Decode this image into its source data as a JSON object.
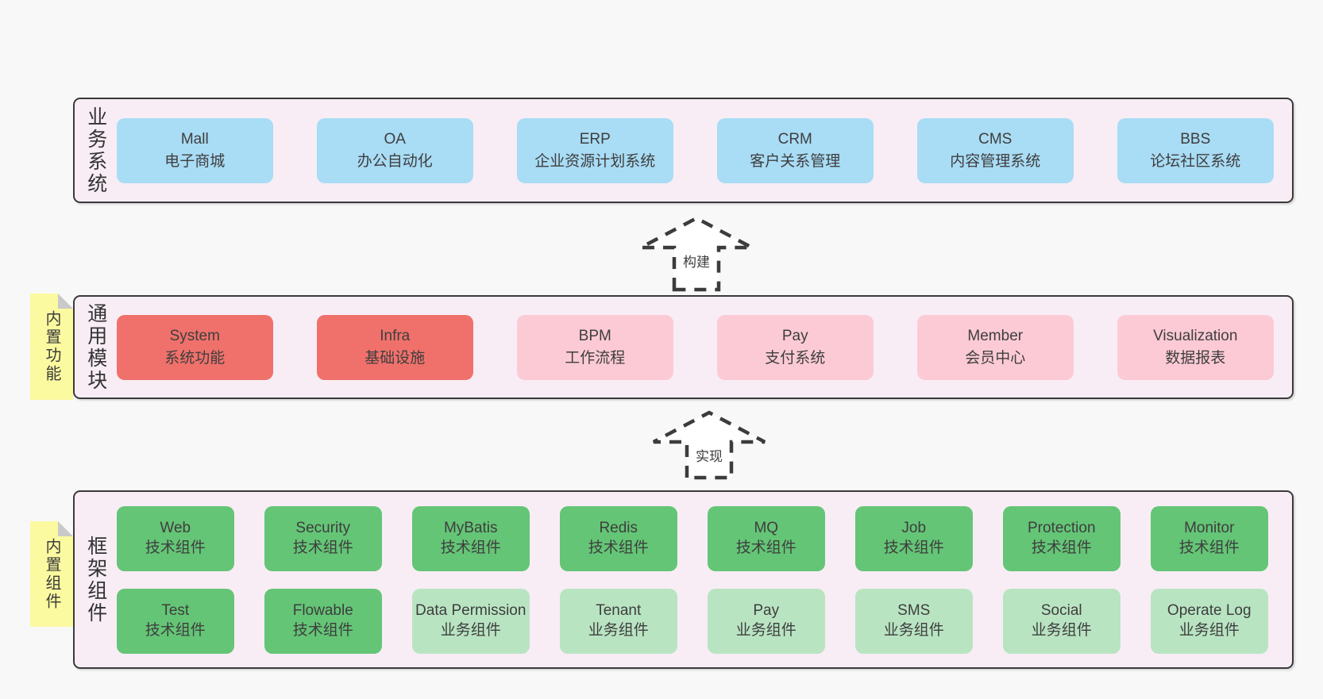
{
  "colors": {
    "page_bg": "#f8f8f8",
    "section_bg": "#f8edf5",
    "section_border": "#3a3a3a",
    "blue": "#a9dcf5",
    "red": "#f0716b",
    "pink": "#fccad5",
    "green_dark": "#64c576",
    "green_light": "#b9e4c2",
    "note_yellow": "#fbfaa0",
    "note_fold": "#c9c9c9",
    "arrow_stroke": "#3c3c3c",
    "text": "#3e3e3e"
  },
  "notes": [
    {
      "label": "内置功能"
    },
    {
      "label": "内置组件"
    }
  ],
  "arrows": [
    {
      "label": "构建"
    },
    {
      "label": "实现"
    }
  ],
  "sections": [
    {
      "label": "业务系统",
      "rows": [
        {
          "boxes": [
            {
              "name": "Mall",
              "sub": "电子商城",
              "style": "blue"
            },
            {
              "name": "OA",
              "sub": "办公自动化",
              "style": "blue"
            },
            {
              "name": "ERP",
              "sub": "企业资源计划系统",
              "style": "blue"
            },
            {
              "name": "CRM",
              "sub": "客户关系管理",
              "style": "blue"
            },
            {
              "name": "CMS",
              "sub": "内容管理系统",
              "style": "blue"
            },
            {
              "name": "BBS",
              "sub": "论坛社区系统",
              "style": "blue"
            }
          ]
        }
      ]
    },
    {
      "label": "通用模块",
      "rows": [
        {
          "boxes": [
            {
              "name": "System",
              "sub": "系统功能",
              "style": "red"
            },
            {
              "name": "Infra",
              "sub": "基础设施",
              "style": "red"
            },
            {
              "name": "BPM",
              "sub": "工作流程",
              "style": "pink"
            },
            {
              "name": "Pay",
              "sub": "支付系统",
              "style": "pink"
            },
            {
              "name": "Member",
              "sub": "会员中心",
              "style": "pink"
            },
            {
              "name": "Visualization",
              "sub": "数据报表",
              "style": "pink"
            }
          ]
        }
      ]
    },
    {
      "label": "框架组件",
      "rows": [
        {
          "boxes": [
            {
              "name": "Web",
              "sub": "技术组件",
              "style": "green_dark"
            },
            {
              "name": "Security",
              "sub": "技术组件",
              "style": "green_dark"
            },
            {
              "name": "MyBatis",
              "sub": "技术组件",
              "style": "green_dark"
            },
            {
              "name": "Redis",
              "sub": "技术组件",
              "style": "green_dark"
            },
            {
              "name": "MQ",
              "sub": "技术组件",
              "style": "green_dark"
            },
            {
              "name": "Job",
              "sub": "技术组件",
              "style": "green_dark"
            },
            {
              "name": "Protection",
              "sub": "技术组件",
              "style": "green_dark"
            },
            {
              "name": "Monitor",
              "sub": "技术组件",
              "style": "green_dark"
            }
          ]
        },
        {
          "boxes": [
            {
              "name": "Test",
              "sub": "技术组件",
              "style": "green_dark"
            },
            {
              "name": "Flowable",
              "sub": "技术组件",
              "style": "green_dark"
            },
            {
              "name": "Data Permission",
              "sub": "业务组件",
              "style": "green_light"
            },
            {
              "name": "Tenant",
              "sub": "业务组件",
              "style": "green_light"
            },
            {
              "name": "Pay",
              "sub": "业务组件",
              "style": "green_light"
            },
            {
              "name": "SMS",
              "sub": "业务组件",
              "style": "green_light"
            },
            {
              "name": "Social",
              "sub": "业务组件",
              "style": "green_light"
            },
            {
              "name": "Operate Log",
              "sub": "业务组件",
              "style": "green_light"
            }
          ]
        }
      ]
    }
  ]
}
